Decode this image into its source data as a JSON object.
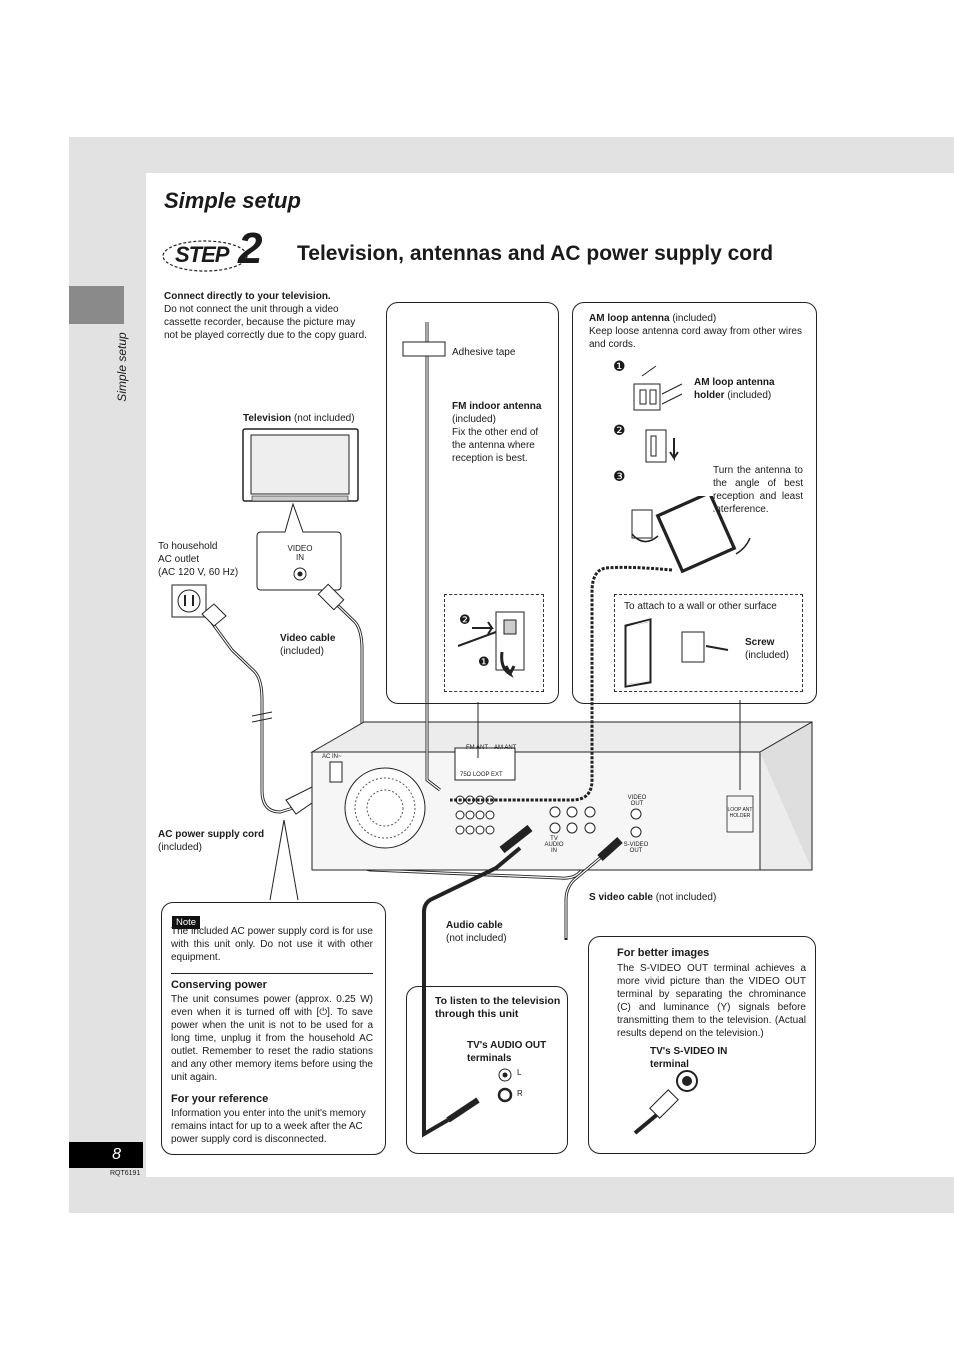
{
  "section_title": "Simple setup",
  "side_label": "Simple setup",
  "step": {
    "word": "STEP",
    "number": "2",
    "title": "Television, antennas and AC power supply cord"
  },
  "connect": {
    "heading": "Connect directly to your television.",
    "body": "Do not connect the unit through a video cassette recorder, because the picture may not be played correctly due to the copy guard."
  },
  "tv": {
    "label": "Television",
    "note": "(not included)"
  },
  "video_in": {
    "line1": "VIDEO",
    "line2": "IN"
  },
  "outlet": {
    "line1": "To household",
    "line2": "AC outlet",
    "line3": "(AC 120 V, 60 Hz)"
  },
  "video_cable": {
    "label": "Video cable",
    "note": "(included)"
  },
  "ac_cord": {
    "label": "AC power supply cord",
    "note": "(included)"
  },
  "fm": {
    "adhesive": "Adhesive tape",
    "label": "FM indoor antenna",
    "note": "(included)",
    "body": "Fix the other end of the antenna where reception is best."
  },
  "am": {
    "label": "AM loop antenna",
    "note": "(included)",
    "body": "Keep loose antenna cord away from other wires and cords.",
    "holder_label": "AM loop antenna holder",
    "holder_note": "(included)",
    "turn": "Turn the antenna to the angle of best reception and least interference.",
    "wall": "To attach to a wall or other surface",
    "screw": "Screw",
    "screw_note": "(included)",
    "steps": [
      "❶",
      "❷",
      "❸"
    ]
  },
  "fm_steps": [
    "❷",
    "❶"
  ],
  "rear_panel": {
    "ac_in": "AC IN~",
    "fm_ant": "FM ANT",
    "am_ant": "AM ANT",
    "loop": "75Ω LOOP EXT",
    "video_out": "VIDEO OUT",
    "tv_audio_in": "TV AUDIO IN",
    "svideo_out": "S-VIDEO OUT",
    "loop_holder": "LOOP ANT HOLDER"
  },
  "svideo_cable": {
    "label": "S video cable",
    "note": "(not included)"
  },
  "audio_cable": {
    "label": "Audio cable",
    "note": "(not included)"
  },
  "note_box": {
    "badge": "Note",
    "text": "The included AC power supply cord is for use with this unit only. Do not use it with other equipment.",
    "conserving_title": "Conserving power",
    "conserving_text": "The unit consumes power (approx. 0.25 W) even when it is turned off with [⏻]. To save power when the unit is not to be used for a long time, unplug it from the household AC outlet. Remember to reset the radio stations and any other memory items before using the unit again.",
    "reference_title": "For your reference",
    "reference_text": "Information you enter into the unit's memory remains intact for up to a week after the AC power supply cord is disconnected."
  },
  "listen_box": {
    "title": "To listen to the television through this unit",
    "terminals": "TV's AUDIO OUT terminals",
    "l": "L",
    "r": "R"
  },
  "better_box": {
    "title": "For better images",
    "text": "The S-VIDEO OUT terminal achieves a more vivid picture than the VIDEO OUT terminal by separating the chrominance (C) and luminance (Y) signals before transmitting them to the television. (Actual results depend on the television.)",
    "terminal": "TV's S-VIDEO IN terminal"
  },
  "page": {
    "number": "8",
    "code": "RQT6191"
  }
}
